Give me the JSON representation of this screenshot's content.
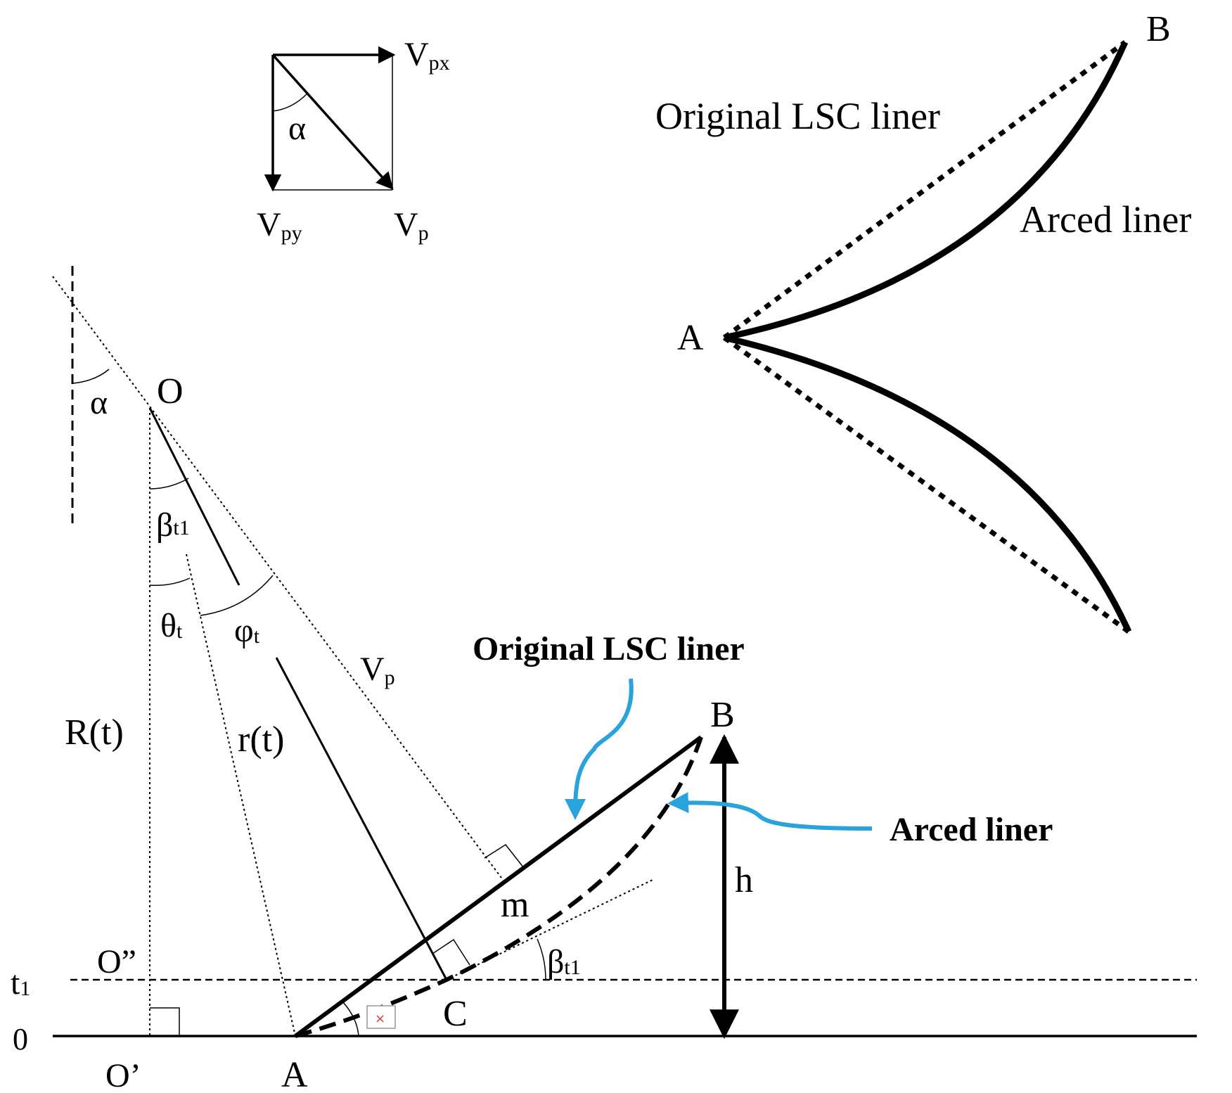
{
  "vector_inset": {
    "vpx": {
      "main": "V",
      "sub": "px"
    },
    "vpy": {
      "main": "V",
      "sub": "py"
    },
    "vp": {
      "main": "V",
      "sub": "p"
    },
    "alpha": "α"
  },
  "comparison_inset": {
    "point_b": "B",
    "point_a": "A",
    "original_label": "Original LSC liner",
    "arced_label": "Arced liner"
  },
  "main_diagram": {
    "alpha": "α",
    "point_o": "O",
    "beta_t1": {
      "main": "β",
      "sub": "t1"
    },
    "theta_t": {
      "main": "θ",
      "sub": "t"
    },
    "phi_t": {
      "main": "φ",
      "sub": "t"
    },
    "vp": {
      "main": "V",
      "sub": "p"
    },
    "big_r": "R(t)",
    "small_r": "r(t)",
    "point_o2": "O”",
    "t1_label": {
      "main": "t",
      "sub": "1"
    },
    "zero_label": "0",
    "point_o1": "O’",
    "point_a": "A",
    "point_c": "C",
    "point_m": "m",
    "point_b": "B",
    "h_label": "h",
    "beta_t1_right": {
      "main": "β",
      "sub": "t1"
    },
    "original_callout": "Original LSC liner",
    "arced_callout": "Arced liner"
  },
  "colors": {
    "stroke": "#000000",
    "callout_arrow": "#29a3dc",
    "background": "#ffffff"
  }
}
